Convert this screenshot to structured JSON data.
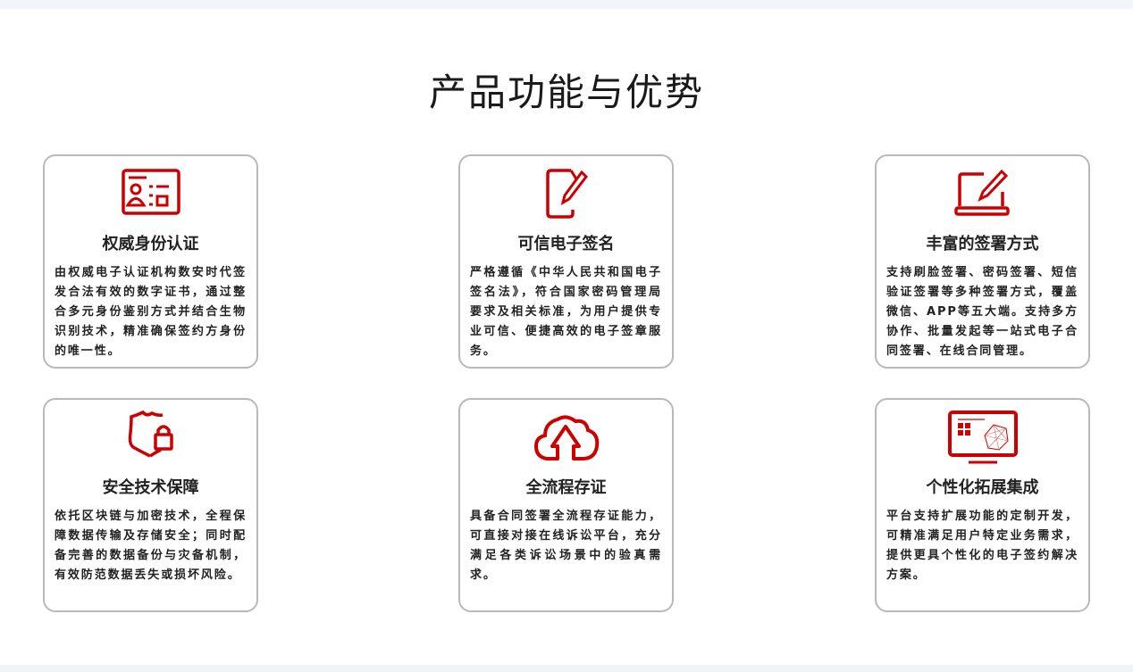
{
  "page": {
    "title": "产品功能与优势"
  },
  "accent_color": "#cc0000",
  "features": [
    {
      "icon": "id-card-icon",
      "title": "权威身份认证",
      "desc": "由权威电子认证机构数安时代签发合法有效的数字证书，通过整合多元身份鉴别方式并结合生物识别技术，精准确保签约方身份的唯一性。"
    },
    {
      "icon": "sign-document-icon",
      "title": "可信电子签名",
      "desc": "严格遵循《中华人民共和国电子签名法》，符合国家密码管理局要求及相关标准，为用户提供专业可信、便捷高效的电子签章服务。"
    },
    {
      "icon": "laptop-pen-icon",
      "title": "丰富的签署方式",
      "desc": "支持刷脸签署、密码签署、短信验证签署等多种签署方式，覆盖微信、APP等五大端。支持多方协作、批量发起等一站式电子合同签署、在线合同管理。"
    },
    {
      "icon": "shield-lock-icon",
      "title": "安全技术保障",
      "desc": "依托区块链与加密技术，全程保障数据传输及存储安全；同时配备完善的数据备份与灾备机制，有效防范数据丢失或损坏风险。"
    },
    {
      "icon": "cloud-upload-icon",
      "title": "全流程存证",
      "desc": "具备合同签署全流程存证能力，可直接对接在线诉讼平台，充分满足各类诉讼场景中的验真需求。"
    },
    {
      "icon": "monitor-network-icon",
      "title": "个性化拓展集成",
      "desc": "平台支持扩展功能的定制开发，可精准满足用户特定业务需求，提供更具个性化的电子签约解决方案。"
    }
  ]
}
